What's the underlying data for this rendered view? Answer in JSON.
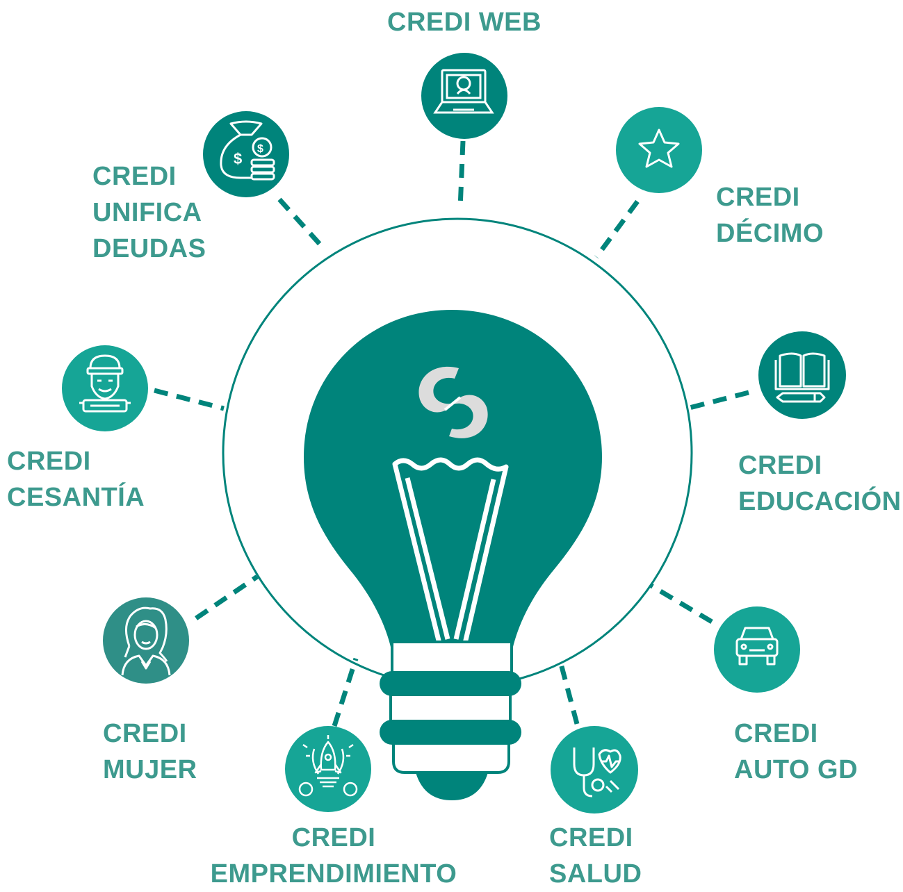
{
  "colors": {
    "teal_dark": "#00847b",
    "teal_mid": "#0f9688",
    "teal_light": "#16a596",
    "teal_text": "#3d9a8e",
    "gray_icon": "#dcdcdc"
  },
  "center": {
    "logo_icon": "swirl-logo-icon",
    "bulb_icon": "light-bulb-icon"
  },
  "products": [
    {
      "id": "web",
      "icon": "laptop-user-icon",
      "line1": "CREDI",
      "line2": "WEB"
    },
    {
      "id": "decimo",
      "icon": "star-icon",
      "line1": "CREDI",
      "line2": "DÉCIMO"
    },
    {
      "id": "educacion",
      "icon": "book-pencil-icon",
      "line1": "CREDI",
      "line2": "EDUCACIÓN"
    },
    {
      "id": "auto",
      "icon": "car-icon",
      "line1": "CREDI",
      "line2": "AUTO GD"
    },
    {
      "id": "salud",
      "icon": "stethoscope-heart-icon",
      "line1": "CREDI",
      "line2": "SALUD"
    },
    {
      "id": "emprendimiento",
      "icon": "rocket-bulb-icon",
      "line1": "CREDI",
      "line2": "EMPRENDIMIENTO"
    },
    {
      "id": "mujer",
      "icon": "woman-avatar-icon",
      "line1": "CREDI",
      "line2": "MUJER"
    },
    {
      "id": "cesantia",
      "icon": "worker-sign-icon",
      "line1": "CREDI",
      "line2": "CESANTÍA"
    },
    {
      "id": "unifica",
      "icon": "money-bag-coins-icon",
      "line1": "CREDI",
      "line2": "UNIFICA",
      "line3": "DEUDAS"
    }
  ]
}
